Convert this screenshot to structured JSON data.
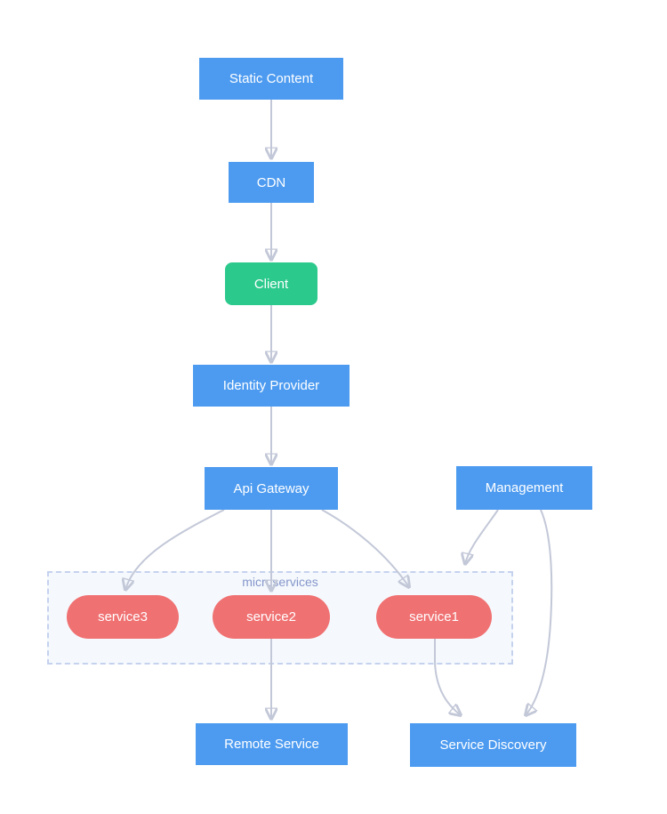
{
  "diagram": {
    "type": "flowchart",
    "direction": "top-down",
    "colors": {
      "node_blue": "#4d9bf0",
      "node_green": "#2cc98d",
      "node_red": "#f07172",
      "node_text": "#ffffff",
      "edge_line": "#c3c8d8",
      "arrowhead": "#2f2f2f",
      "cluster_fill": "#f5f9fd",
      "cluster_border": "#c5d2ee",
      "cluster_label_text": "#8596cb",
      "background": "#ffffff"
    },
    "nodes": {
      "static_content": {
        "label": "Static Content",
        "shape": "rectangle",
        "color": "blue"
      },
      "cdn": {
        "label": "CDN",
        "shape": "rectangle",
        "color": "blue"
      },
      "client": {
        "label": "Client",
        "shape": "rounded-rectangle",
        "color": "green"
      },
      "identity_provider": {
        "label": "Identity Provider",
        "shape": "rectangle",
        "color": "blue"
      },
      "api_gateway": {
        "label": "Api Gateway",
        "shape": "rectangle",
        "color": "blue"
      },
      "management": {
        "label": "Management",
        "shape": "rectangle",
        "color": "blue"
      },
      "service3": {
        "label": "service3",
        "shape": "pill",
        "color": "red"
      },
      "service2": {
        "label": "service2",
        "shape": "pill",
        "color": "red"
      },
      "service1": {
        "label": "service1",
        "shape": "pill",
        "color": "red"
      },
      "remote_service": {
        "label": "Remote Service",
        "shape": "rectangle",
        "color": "blue"
      },
      "service_discovery": {
        "label": "Service Discovery",
        "shape": "rectangle",
        "color": "blue"
      }
    },
    "cluster": {
      "label": "microservices",
      "contains": [
        "service3",
        "service2",
        "service1"
      ]
    },
    "edges": [
      {
        "from": "static_content",
        "to": "cdn"
      },
      {
        "from": "cdn",
        "to": "client"
      },
      {
        "from": "client",
        "to": "identity_provider"
      },
      {
        "from": "identity_provider",
        "to": "api_gateway"
      },
      {
        "from": "api_gateway",
        "to": "service3"
      },
      {
        "from": "api_gateway",
        "to": "service2"
      },
      {
        "from": "api_gateway",
        "to": "service1"
      },
      {
        "from": "management",
        "to": "microservices"
      },
      {
        "from": "management",
        "to": "service_discovery"
      },
      {
        "from": "service2",
        "to": "remote_service"
      },
      {
        "from": "service1",
        "to": "service_discovery"
      }
    ]
  }
}
